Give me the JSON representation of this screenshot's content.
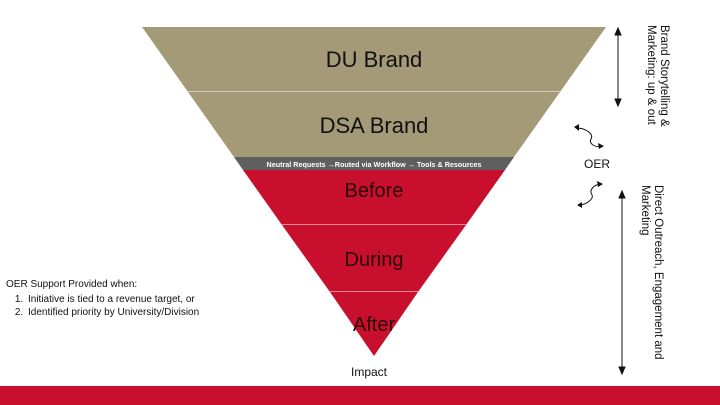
{
  "funnel": {
    "layers": [
      {
        "label": "DU Brand",
        "color": "#a49a77"
      },
      {
        "label": "DSA Brand",
        "color": "#a49a77"
      },
      {
        "label": "Neutral Requests →Routed via Workflow → Tools & Resources",
        "color": "#5f5f5f"
      },
      {
        "label": "Before",
        "color": "#c8102e"
      },
      {
        "label": "During",
        "color": "#c8102e"
      },
      {
        "label": "After",
        "color": "#c8102e"
      }
    ],
    "bottom_label": "Impact"
  },
  "side": {
    "top_note": "Brand Storytelling & Marketing: up & out",
    "middle_label": "OER",
    "bottom_note": "Direct Outreach, Engagement and Marketing"
  },
  "support": {
    "heading": "OER Support Provided when:",
    "items": [
      "Initiative is tied to a revenue target, or",
      "Identified priority by University/Division"
    ]
  },
  "colors": {
    "accent_red": "#c8102e",
    "brand_gold": "#a49a77",
    "neutral_gray": "#5f5f5f"
  }
}
